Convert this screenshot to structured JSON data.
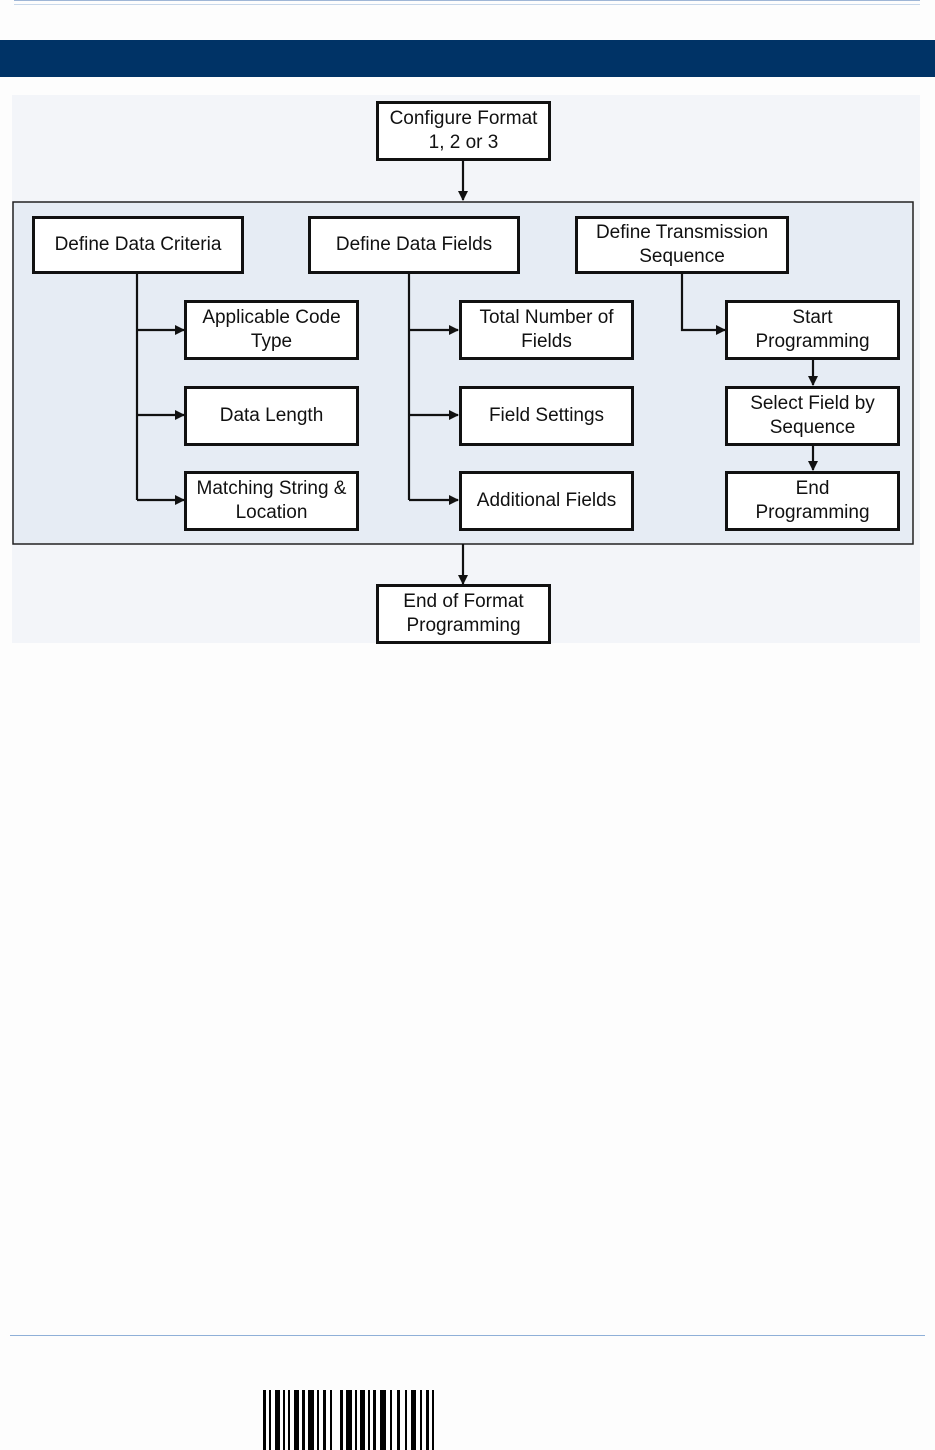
{
  "diagram": {
    "configure_format": "Configure Format\n1, 2 or 3",
    "define_data_criteria": "Define Data Criteria",
    "applicable_code_type": "Applicable Code\nType",
    "data_length": "Data Length",
    "matching_string": "Matching String &\nLocation",
    "define_data_fields": "Define Data Fields",
    "total_number_of_fields": "Total Number of\nFields",
    "field_settings": "Field Settings",
    "additional_fields": "Additional Fields",
    "define_transmission_sequence": "Define Transmission\nSequence",
    "start_programming": "Start\nProgramming",
    "select_field_by_sequence": "Select Field by\nSequence",
    "end_programming": "End\nProgramming",
    "end_of_format_programming": "End of Format\nProgramming"
  },
  "colors": {
    "header_band": "#003366",
    "group_panel_fill": "#e6ecf4",
    "box_border": "#111111"
  }
}
